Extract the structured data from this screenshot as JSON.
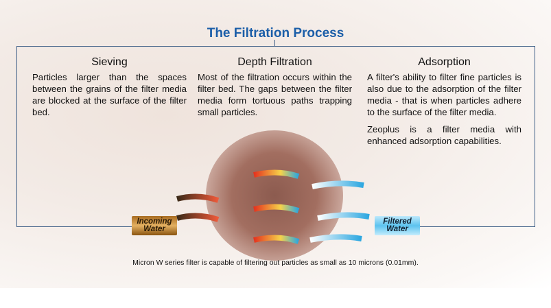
{
  "title": "The Filtration Process",
  "columns": [
    {
      "heading": "Sieving",
      "paragraphs": [
        "Particles larger than the spaces between the grains of the filter media are blocked at the surface of the filter bed."
      ]
    },
    {
      "heading": "Depth Filtration",
      "paragraphs": [
        "Most of the filtration occurs within the filter bed. The gaps between the filter media form tortuous paths trapping small particles."
      ]
    },
    {
      "heading": "Adsorption",
      "paragraphs": [
        "A filter's ability to filter fine particles is also due to the adsorption of the filter media - that is when particles adhere to the surface of the filter media.",
        "Zeoplus is a filter media with enhanced adsorption capabilities."
      ]
    }
  ],
  "labels": {
    "incoming": "Incoming Water",
    "filtered": "Filtered Water"
  },
  "footnote": "Micron W series filter is capable of filtering out particles as small as 10 microns (0.01mm).",
  "colors": {
    "title": "#1b5ea8",
    "frame": "#3d5e86"
  }
}
